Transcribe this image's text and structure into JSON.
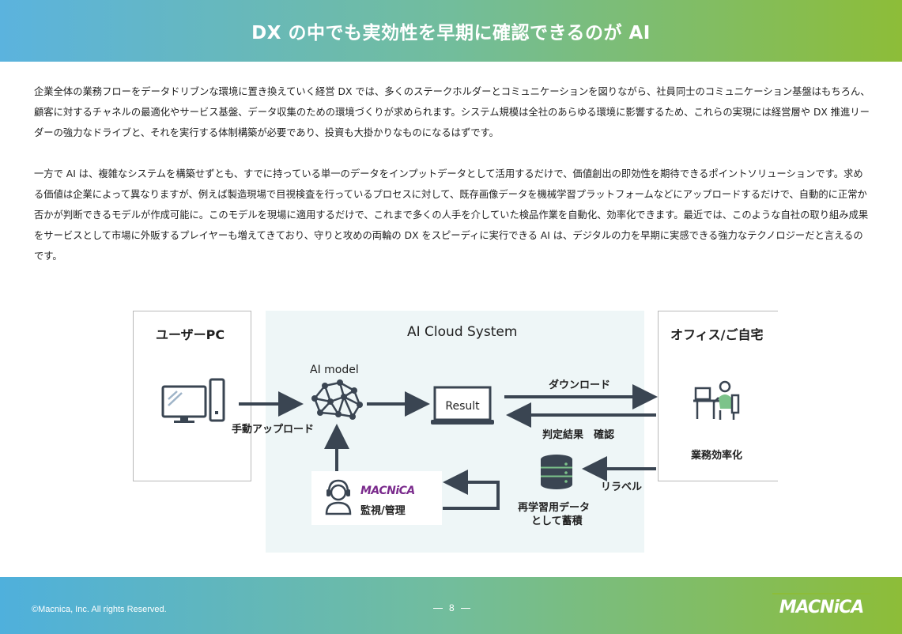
{
  "header": {
    "title": "DX の中でも実効性を早期に確認できるのが AI"
  },
  "body": {
    "paragraph1": "企業全体の業務フローをデータドリブンな環境に置き換えていく経営 DX では、多くのステークホルダーとコミュニケーションを図りながら、社員同士のコミュニケーション基盤はもちろん、顧客に対するチャネルの最適化やサービス基盤、データ収集のための環境づくりが求められます。システム規模は全社のあらゆる環境に影響するため、これらの実現には経営層や DX 推進リーダーの強力なドライブと、それを実行する体制構築が必要であり、投資も大掛かりなものになるはずです。",
    "paragraph2": "一方で AI は、複雑なシステムを構築せずとも、すでに持っている単一のデータをインプットデータとして活用するだけで、価値創出の即効性を期待できるポイントソリューションです。求める価値は企業によって異なりますが、例えば製造現場で目視検査を行っているプロセスに対して、既存画像データを機械学習プラットフォームなどにアップロードするだけで、自動的に正常か否かが判断できるモデルが作成可能に。このモデルを現場に適用するだけで、これまで多くの人手を介していた検品作業を自動化、効率化できます。最近では、このような自社の取り組み成果をサービスとして市場に外販するプレイヤーも増えてきており、守りと攻めの両輪の DX をスピーディに実行できる AI は、デジタルの力を早期に実感できる強力なテクノロジーだと言えるのです。"
  },
  "diagram": {
    "user_box_title": "ユーザーPC",
    "cloud_title": "AI Cloud System",
    "office_title": "オフィス/ご自宅",
    "ai_model_label": "AI model",
    "result_label": "Result",
    "upload_label": "手動アップロード",
    "download_label": "ダウンロード",
    "judgement_label": "判定結果　確認",
    "efficiency_label": "業務効率化",
    "relabel_label": "リラベル",
    "storage_label_line1": "再学習用データ",
    "storage_label_line2": "として蓄積",
    "macnica_logo_text": "MACNiCA",
    "monitor_label": "監視/管理",
    "colors": {
      "arrow": "#3a4552",
      "icon_dark": "#3a4552",
      "icon_green": "#7cc38a",
      "macnica_purple": "#7a2a8c"
    }
  },
  "footer": {
    "copyright": "©Macnica, Inc. All rights Reserved.",
    "page_number": "8",
    "logo_text": "MACNiCA"
  }
}
